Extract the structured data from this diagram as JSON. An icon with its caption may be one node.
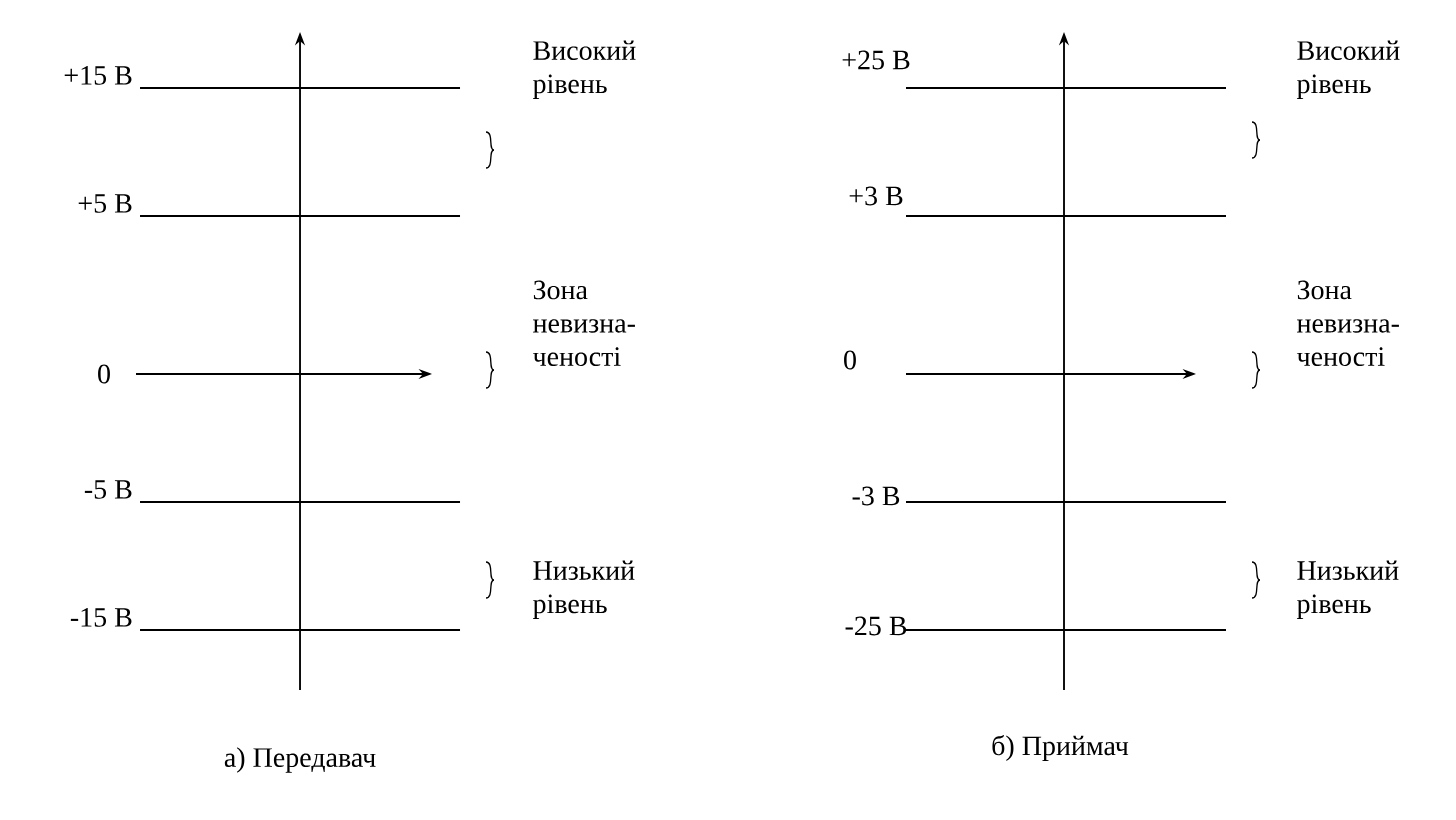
{
  "diagram": {
    "labels": [
      "+15 В",
      "Високий рівень",
      "+5 В",
      "0",
      "Зона невизна- ченості",
      "-5 В",
      "-15 В",
      "Низький рівень",
      "а) Передавач",
      "+25 В",
      "Високий рівень",
      "+3 В",
      "0",
      "Зона невизна- ченості",
      "-3 В",
      "-25 В",
      "Низький рівень",
      "б) Приймач"
    ]
  }
}
